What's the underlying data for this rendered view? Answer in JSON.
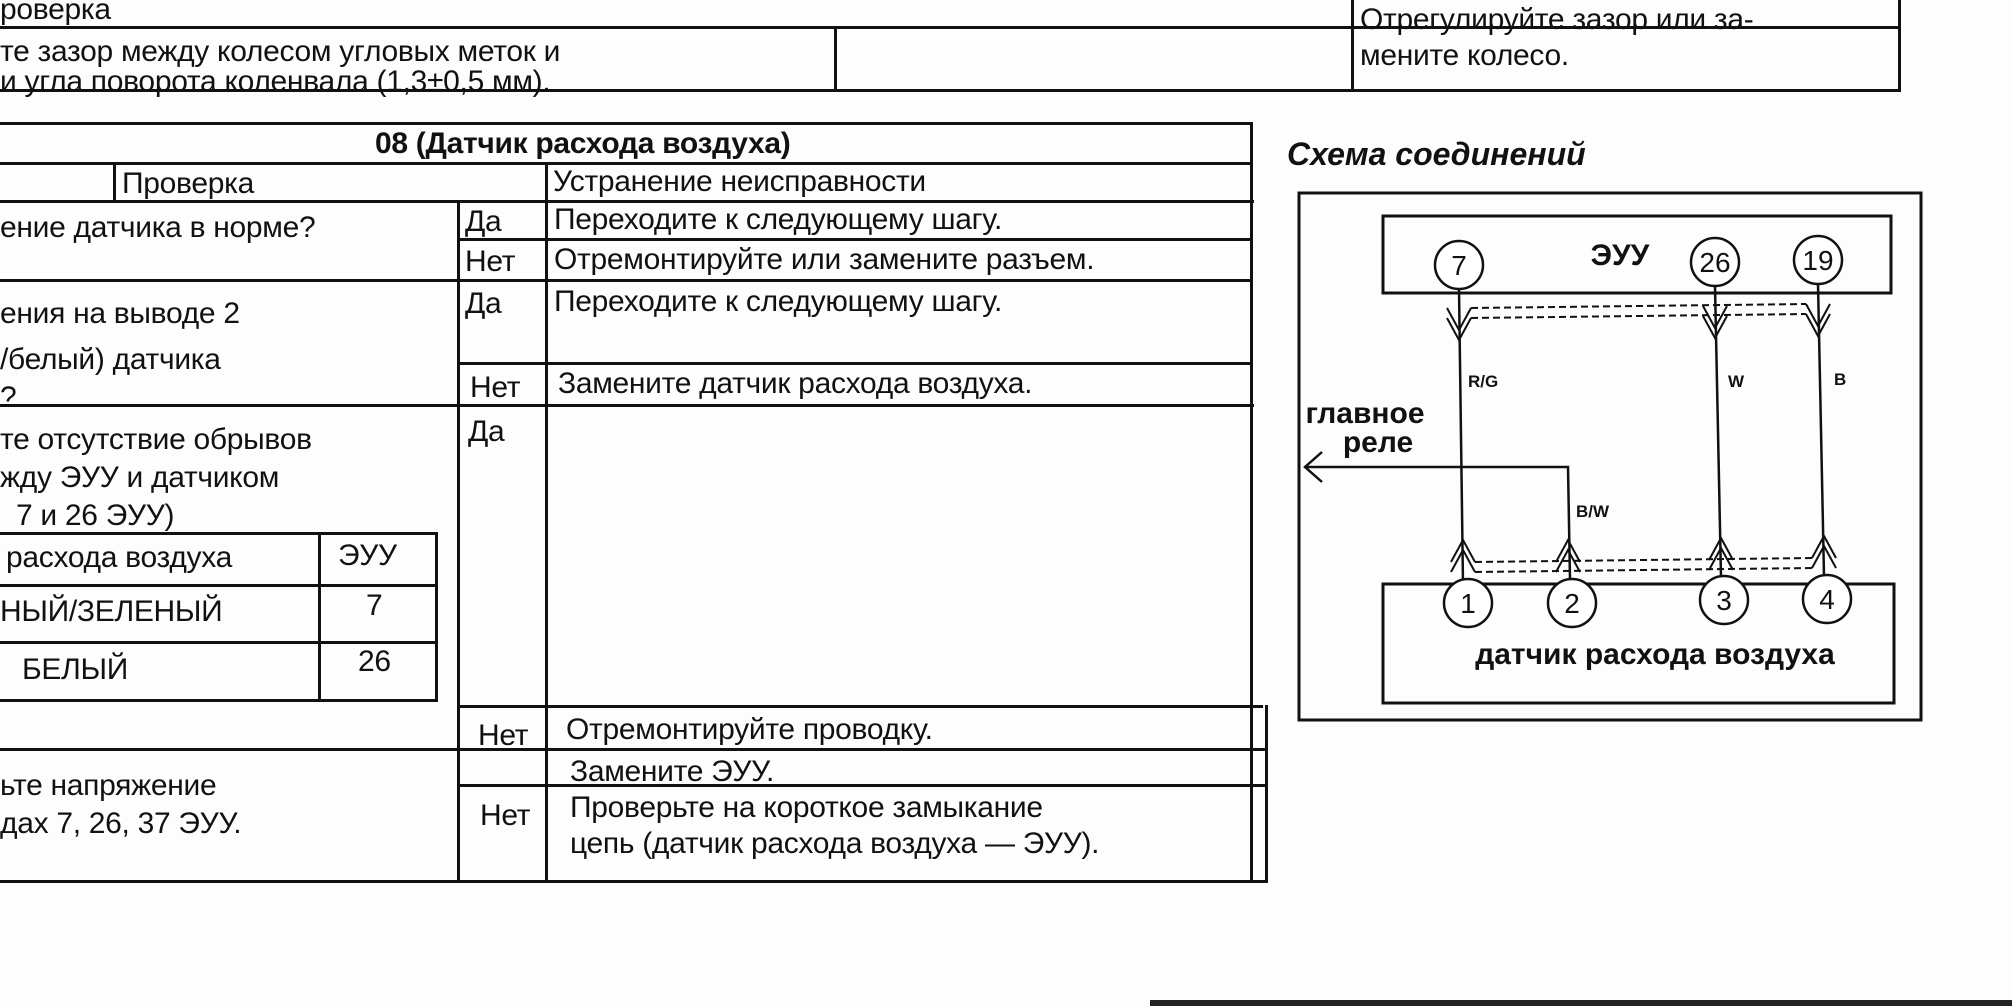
{
  "top_table": {
    "check_header": "роверка",
    "check_lines": [
      "те зазор между колесом угловых меток и",
      "и угла поворота коленвала (1,3±0,5 мм)."
    ],
    "action_lines": [
      "Отрегулируйте зазор или за-",
      "мените колесо."
    ]
  },
  "main_table": {
    "title": "08 (Датчик расхода воздуха)",
    "col_check": "Проверка",
    "col_action": "Устранение неисправности",
    "rows": [
      {
        "check": [
          "ение датчика в норме?"
        ],
        "yes": "Да",
        "yes_action": "Переходите к следующему шагу.",
        "no": "Нет",
        "no_action": "Отремонтируйте или замените разъем."
      },
      {
        "check": [
          "ения на выводе 2",
          "/белый) датчика",
          "?"
        ],
        "yes": "Да",
        "yes_action": "Переходите к следующему шагу.",
        "no": "Нет",
        "no_action": "Замените датчик расхода воздуха."
      },
      {
        "check": [
          "те отсутствие обрывов",
          "жду ЭУУ и датчиком",
          "7 и 26 ЭУУ)"
        ],
        "yes": "Да",
        "no": "Нет",
        "no_action": "Отремонтируйте проводку."
      },
      {
        "check": [
          "ьте напряжение",
          "дах 7, 26, 37 ЭУУ."
        ],
        "yes_action": "Замените ЭУУ.",
        "no": "Нет",
        "no_action": [
          "Проверьте на короткое замыкание",
          "цепь (датчик расхода воздуха — ЭУУ)."
        ]
      }
    ],
    "inner_table": {
      "header": [
        "расхода воздуха",
        "ЭУУ"
      ],
      "rows": [
        [
          "НЫЙ/ЗЕЛЕНЫЙ",
          "7"
        ],
        [
          "БЕЛЫЙ",
          "26"
        ]
      ]
    }
  },
  "diagram": {
    "title": "Схема соединений",
    "ecu_label": "ЭУУ",
    "ecu_pins": [
      "7",
      "26",
      "19"
    ],
    "sensor_label": "датчик расхода воздуха",
    "sensor_pins": [
      "1",
      "2",
      "3",
      "4"
    ],
    "wires": [
      "R/G",
      "W",
      "B",
      "B/W"
    ],
    "relay_label": [
      "главное",
      "реле"
    ]
  }
}
